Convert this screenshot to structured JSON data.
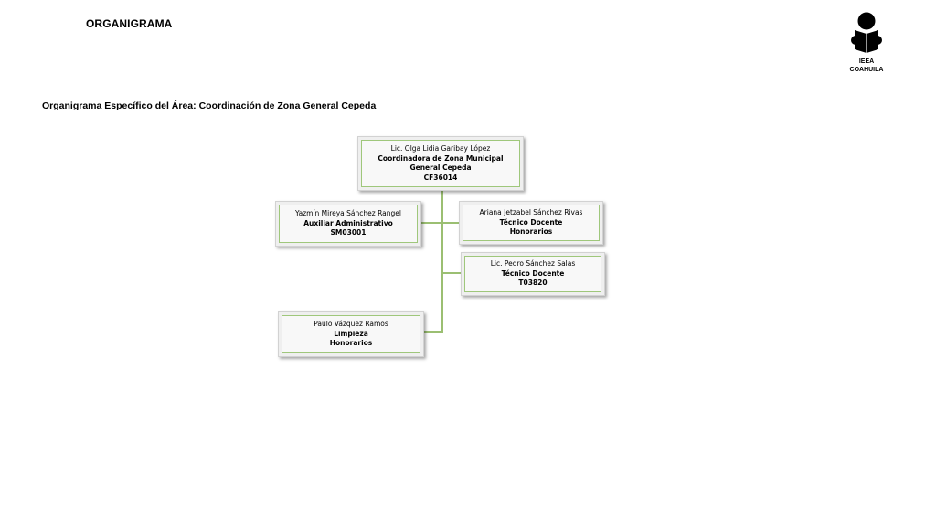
{
  "header": {
    "title": "ORGANIGRAMA",
    "logo_line1": "IEEA",
    "logo_line2": "COAHUILA"
  },
  "subtitle": {
    "prefix": "Organigrama Específico del Área:",
    "area": "Coordinación de Zona General Cepeda"
  },
  "org_chart": {
    "root": {
      "name": "Lic. Olga Lidia Garibay López",
      "role_line1": "Coordinadora de Zona Municipal",
      "role_line2": "General Cepeda",
      "code": "CF36014"
    },
    "nodes": [
      {
        "name": "Yazmín Mireya  Sánchez Rangel",
        "role": "Auxiliar Administrativo",
        "code": "SM03001"
      },
      {
        "name": "Ariana Jetzabel Sánchez Rivas",
        "role": "Técnico Docente",
        "code": "Honorarios"
      },
      {
        "name": "Lic. Pedro Sánchez Salas",
        "role": "Técnico Docente",
        "code": "T03820"
      },
      {
        "name": "Paulo Vázquez Ramos",
        "role": "Limpieza",
        "code": "Honorarios"
      }
    ]
  }
}
